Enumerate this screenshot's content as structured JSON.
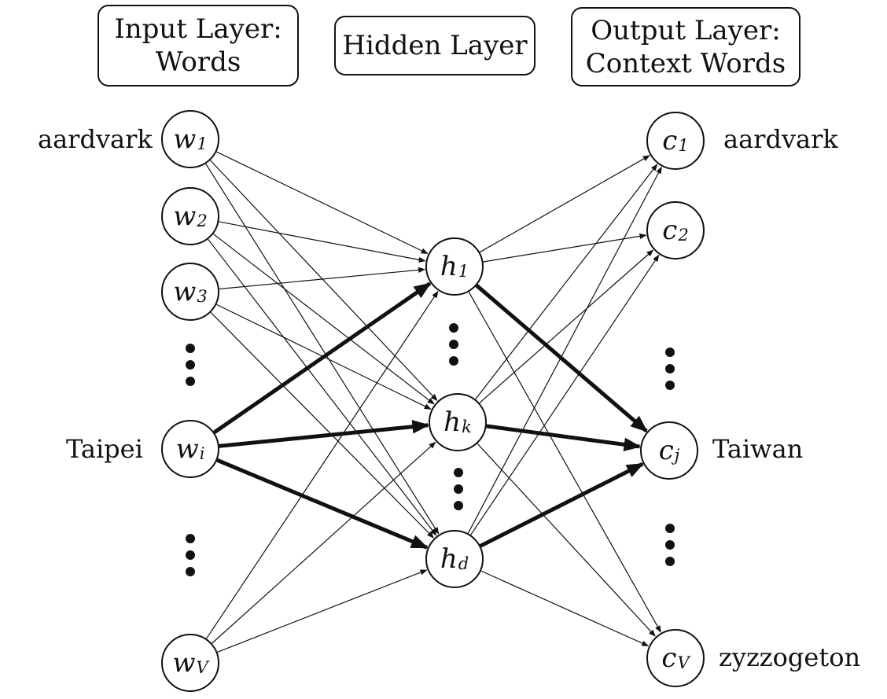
{
  "headers": {
    "input": [
      "Input Layer:",
      "Words"
    ],
    "hidden": [
      "Hidden Layer"
    ],
    "output": [
      "Output Layer:",
      "Context Words"
    ]
  },
  "input_nodes": [
    {
      "id": "w1",
      "sym": "w",
      "sub": "1",
      "word": "aardvark"
    },
    {
      "id": "w2",
      "sym": "w",
      "sub": "2",
      "word": ""
    },
    {
      "id": "w3",
      "sym": "w",
      "sub": "3",
      "word": ""
    },
    {
      "id": "wi",
      "sym": "w",
      "sub": "i",
      "word": "Taipei"
    },
    {
      "id": "wV",
      "sym": "w",
      "sub": "V",
      "word": ""
    }
  ],
  "hidden_nodes": [
    {
      "id": "h1",
      "sym": "h",
      "sub": "1"
    },
    {
      "id": "hk",
      "sym": "h",
      "sub": "k"
    },
    {
      "id": "hd",
      "sym": "h",
      "sub": "d"
    }
  ],
  "output_nodes": [
    {
      "id": "c1",
      "sym": "c",
      "sub": "1",
      "word": "aardvark"
    },
    {
      "id": "c2",
      "sym": "c",
      "sub": "2",
      "word": ""
    },
    {
      "id": "cj",
      "sym": "c",
      "sub": "j",
      "word": "Taiwan"
    },
    {
      "id": "cV",
      "sym": "c",
      "sub": "V",
      "word": "zyzzogeton"
    }
  ],
  "edges_bold": [
    [
      "wi",
      "h1"
    ],
    [
      "wi",
      "hk"
    ],
    [
      "wi",
      "hd"
    ],
    [
      "h1",
      "cj"
    ],
    [
      "hk",
      "cj"
    ],
    [
      "hd",
      "cj"
    ]
  ],
  "edges_thin": [
    [
      "w1",
      "h1"
    ],
    [
      "w1",
      "hk"
    ],
    [
      "w1",
      "hd"
    ],
    [
      "w2",
      "h1"
    ],
    [
      "w2",
      "hk"
    ],
    [
      "w2",
      "hd"
    ],
    [
      "w3",
      "h1"
    ],
    [
      "w3",
      "hk"
    ],
    [
      "w3",
      "hd"
    ],
    [
      "wV",
      "h1"
    ],
    [
      "wV",
      "hk"
    ],
    [
      "wV",
      "hd"
    ],
    [
      "h1",
      "c1"
    ],
    [
      "h1",
      "c2"
    ],
    [
      "h1",
      "cV"
    ],
    [
      "hk",
      "c1"
    ],
    [
      "hk",
      "c2"
    ],
    [
      "hk",
      "cV"
    ],
    [
      "hd",
      "c1"
    ],
    [
      "hd",
      "c2"
    ],
    [
      "hd",
      "cV"
    ]
  ],
  "colors": {
    "ink": "#111111",
    "background": "#ffffff"
  }
}
